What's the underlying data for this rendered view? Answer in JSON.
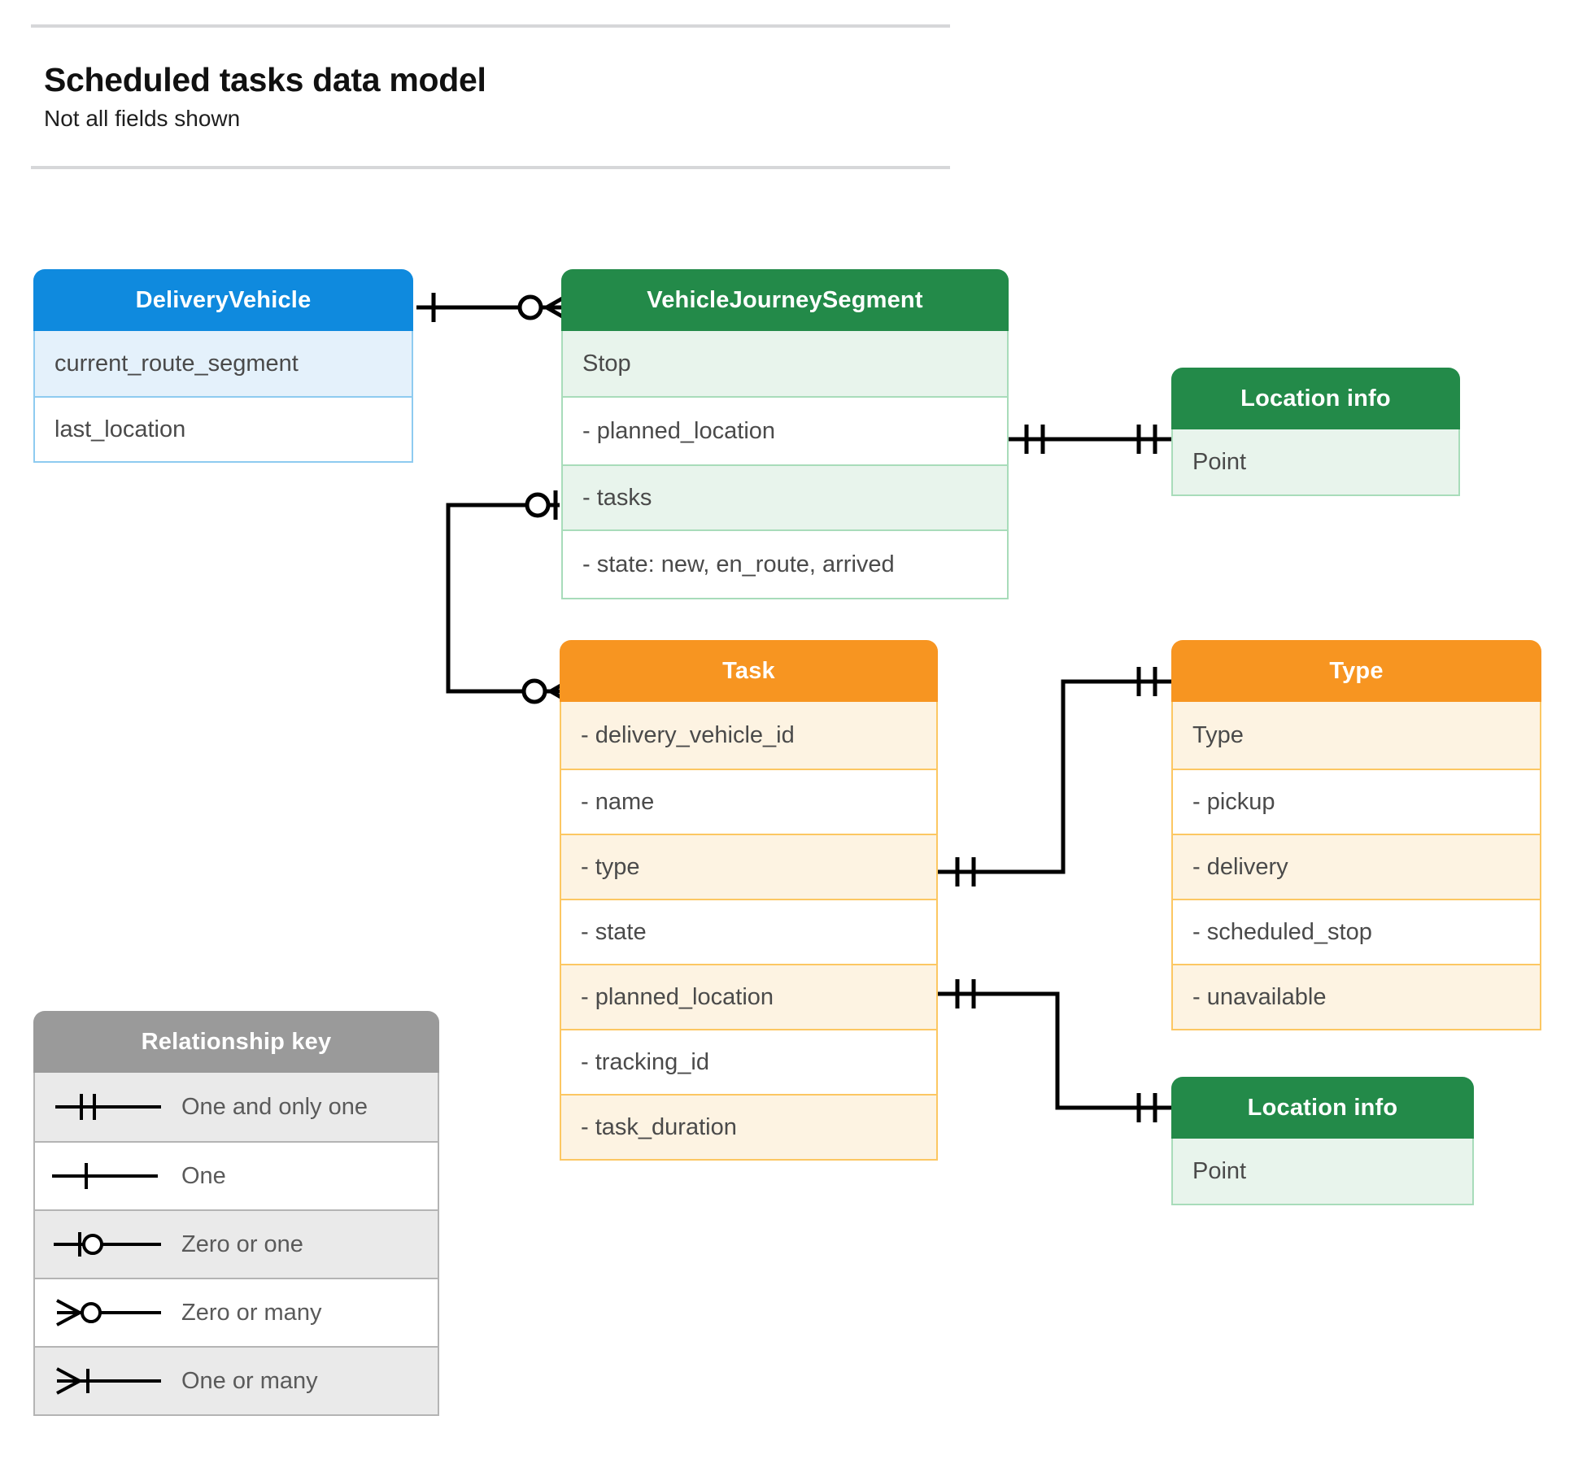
{
  "header": {
    "title": "Scheduled tasks data model",
    "subtitle": "Not all fields shown"
  },
  "colors": {
    "blue_header": "#0f8ade",
    "blue_row": "#e4f1fb",
    "blue_border": "#8ecbf0",
    "green_header": "#238a49",
    "green_row": "#e8f4ec",
    "green_border": "#a8dcba",
    "orange_header": "#f79521",
    "orange_row": "#fdf3e2",
    "orange_border": "#fcc762",
    "grey_header": "#9a9a9a",
    "grey_row": "#eaeaea",
    "grey_border": "#b4b4b4",
    "connector": "#000000",
    "rule": "#d6d7d9"
  },
  "entities": {
    "delivery_vehicle": {
      "title": "DeliveryVehicle",
      "rows": [
        "current_route_segment",
        "last_location"
      ]
    },
    "vehicle_journey_segment": {
      "title": "VehicleJourneySegment",
      "rows": [
        "Stop",
        "-  planned_location",
        "- tasks",
        "- state: new, en_route, arrived"
      ]
    },
    "location_info_top": {
      "title": "Location info",
      "rows": [
        "Point"
      ]
    },
    "task": {
      "title": "Task",
      "rows": [
        "- delivery_vehicle_id",
        "- name",
        "- type",
        "- state",
        "- planned_location",
        "- tracking_id",
        "- task_duration"
      ]
    },
    "type": {
      "title": "Type",
      "rows": [
        "Type",
        "-  pickup",
        "-  delivery",
        "-  scheduled_stop",
        "-  unavailable"
      ]
    },
    "location_info_bottom": {
      "title": "Location info",
      "rows": [
        "Point"
      ]
    }
  },
  "legend": {
    "title": "Relationship key",
    "items": [
      {
        "symbol": "one-and-only-one",
        "label": "One and only one"
      },
      {
        "symbol": "one",
        "label": "One"
      },
      {
        "symbol": "zero-or-one",
        "label": "Zero or one"
      },
      {
        "symbol": "zero-or-many",
        "label": "Zero or many"
      },
      {
        "symbol": "one-or-many",
        "label": "One or many"
      }
    ]
  },
  "relationships": [
    {
      "from": "DeliveryVehicle",
      "from_card": "one",
      "to": "VehicleJourneySegment",
      "to_card": "zero-or-many"
    },
    {
      "from": "VehicleJourneySegment.planned_location",
      "from_card": "one-and-only-one",
      "to": "Location info",
      "to_card": "one-and-only-one"
    },
    {
      "from": "VehicleJourneySegment.tasks",
      "from_card": "zero-or-one",
      "to": "Task",
      "to_card": "zero-or-many"
    },
    {
      "from": "Task.type",
      "from_card": "one-and-only-one",
      "to": "Type",
      "to_card": "one-and-only-one"
    },
    {
      "from": "Task.planned_location",
      "from_card": "one-and-only-one",
      "to": "Location info",
      "to_card": "one-and-only-one"
    }
  ]
}
